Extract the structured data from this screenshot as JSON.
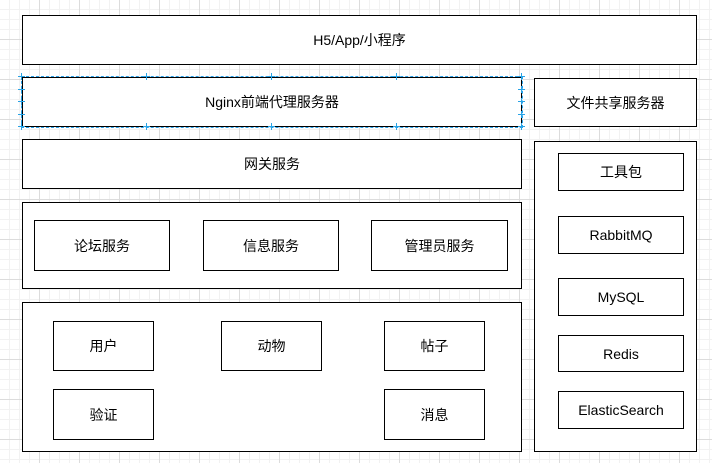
{
  "client": {
    "label": "H5/App/小程序"
  },
  "nginx": {
    "label": "Nginx前端代理服务器"
  },
  "file_server": {
    "label": "文件共享服务器"
  },
  "gateway": {
    "label": "网关服务"
  },
  "services": [
    {
      "label": "论坛服务"
    },
    {
      "label": "信息服务"
    },
    {
      "label": "管理员服务"
    }
  ],
  "modules": [
    {
      "label": "用户"
    },
    {
      "label": "动物"
    },
    {
      "label": "帖子"
    },
    {
      "label": "验证"
    },
    {
      "label": "消息"
    }
  ],
  "infrastructure": [
    {
      "label": "工具包"
    },
    {
      "label": "RabbitMQ"
    },
    {
      "label": "MySQL"
    },
    {
      "label": "Redis"
    },
    {
      "label": "ElasticSearch"
    }
  ],
  "colors": {
    "selection": "#2aa1e8",
    "border": "#000000",
    "grid": "#dcdcdc"
  }
}
